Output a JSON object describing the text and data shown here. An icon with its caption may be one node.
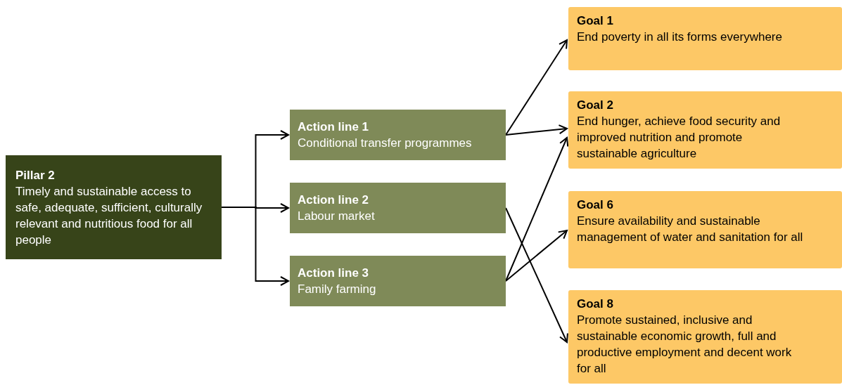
{
  "diagram": {
    "nodes": [
      {
        "text": [
          "Pillar 2",
          "Timely and sustainable access to safe, adequate, sufficient, culturally relevant and nutritious food for all people"
        ]
      },
      {
        "text": [
          "Action line 1",
          "Conditional transfer programmes"
        ]
      },
      {
        "text": [
          "Action line 2",
          "Labour market"
        ]
      },
      {
        "text": [
          "Action line 3",
          "Family farming"
        ]
      },
      {
        "text": [
          "Goal 1",
          "End poverty in all its forms everywhere"
        ]
      },
      {
        "text": [
          "Goal 2",
          "End hunger, achieve food security and improved nutrition and promote sustainable agriculture"
        ]
      },
      {
        "text": [
          "Goal 6",
          "Ensure availability and sustainable management of water and sanitation for all"
        ]
      },
      {
        "text": [
          "Goal 8",
          "Promote sustained, inclusive and sustainable economic growth, full and productive employment and decent work for all"
        ]
      }
    ],
    "edges": [
      {
        "from": 0,
        "to": 1,
        "arrow": "to"
      },
      {
        "from": 0,
        "to": 2,
        "arrow": "to"
      },
      {
        "from": 0,
        "to": 3,
        "arrow": "to"
      },
      {
        "from": 1,
        "to": 4,
        "arrow": "to"
      },
      {
        "from": 1,
        "to": 5,
        "arrow": "to"
      },
      {
        "from": 2,
        "to": 7,
        "arrow": "to"
      },
      {
        "from": 3,
        "to": 5,
        "arrow": "to"
      },
      {
        "from": 3,
        "to": 6,
        "arrow": "to"
      }
    ]
  }
}
